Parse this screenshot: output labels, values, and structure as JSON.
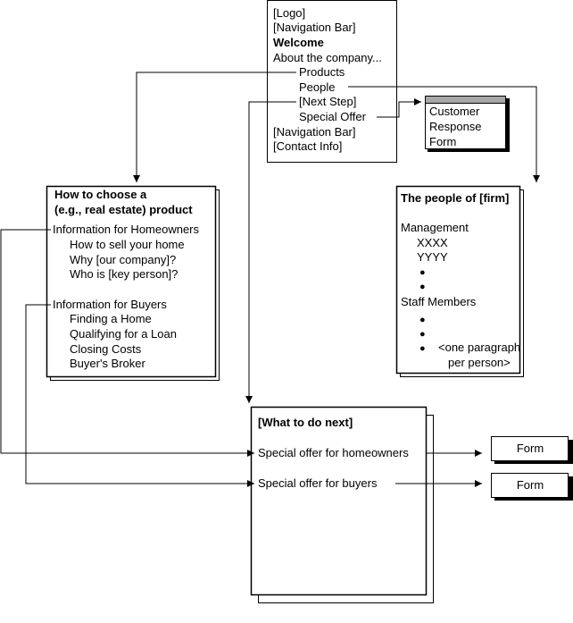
{
  "home": {
    "logo": "[Logo]",
    "nav_top": "[Navigation Bar]",
    "welcome": "Welcome",
    "about": "About the company...",
    "products": "Products",
    "people": "People",
    "next_step": "[Next Step]",
    "special_offer": "Special Offer",
    "nav_bottom": "[Navigation Bar]",
    "contact": "[Contact Info]"
  },
  "customer_form": {
    "lines": [
      "Customer",
      "Response",
      "Form"
    ]
  },
  "product_page": {
    "title_1": "How to choose a",
    "title_2": "(e.g., real estate) product",
    "homeowners_heading": "Information for Homeowners",
    "homeowners_items": [
      "How to sell your home",
      "Why [our company]?",
      "Who is [key person]?"
    ],
    "buyers_heading": "Information for Buyers",
    "buyers_items": [
      "Finding a Home",
      "Qualifying for a Loan",
      "Closing Costs",
      "Buyer's Broker"
    ]
  },
  "people_page": {
    "title": "The people of [firm]",
    "management": "Management",
    "manager_1": "XXXX",
    "manager_2": "YYYY",
    "bullet": "●",
    "staff": "Staff Members",
    "paragraph_1": "<one paragraph",
    "paragraph_2": "per person>"
  },
  "next_page": {
    "title": "[What to do next]",
    "offer_homeowners": "Special offer for homeowners",
    "offer_buyers": "Special offer for buyers"
  },
  "forms": {
    "form_1": "Form",
    "form_2": "Form"
  }
}
